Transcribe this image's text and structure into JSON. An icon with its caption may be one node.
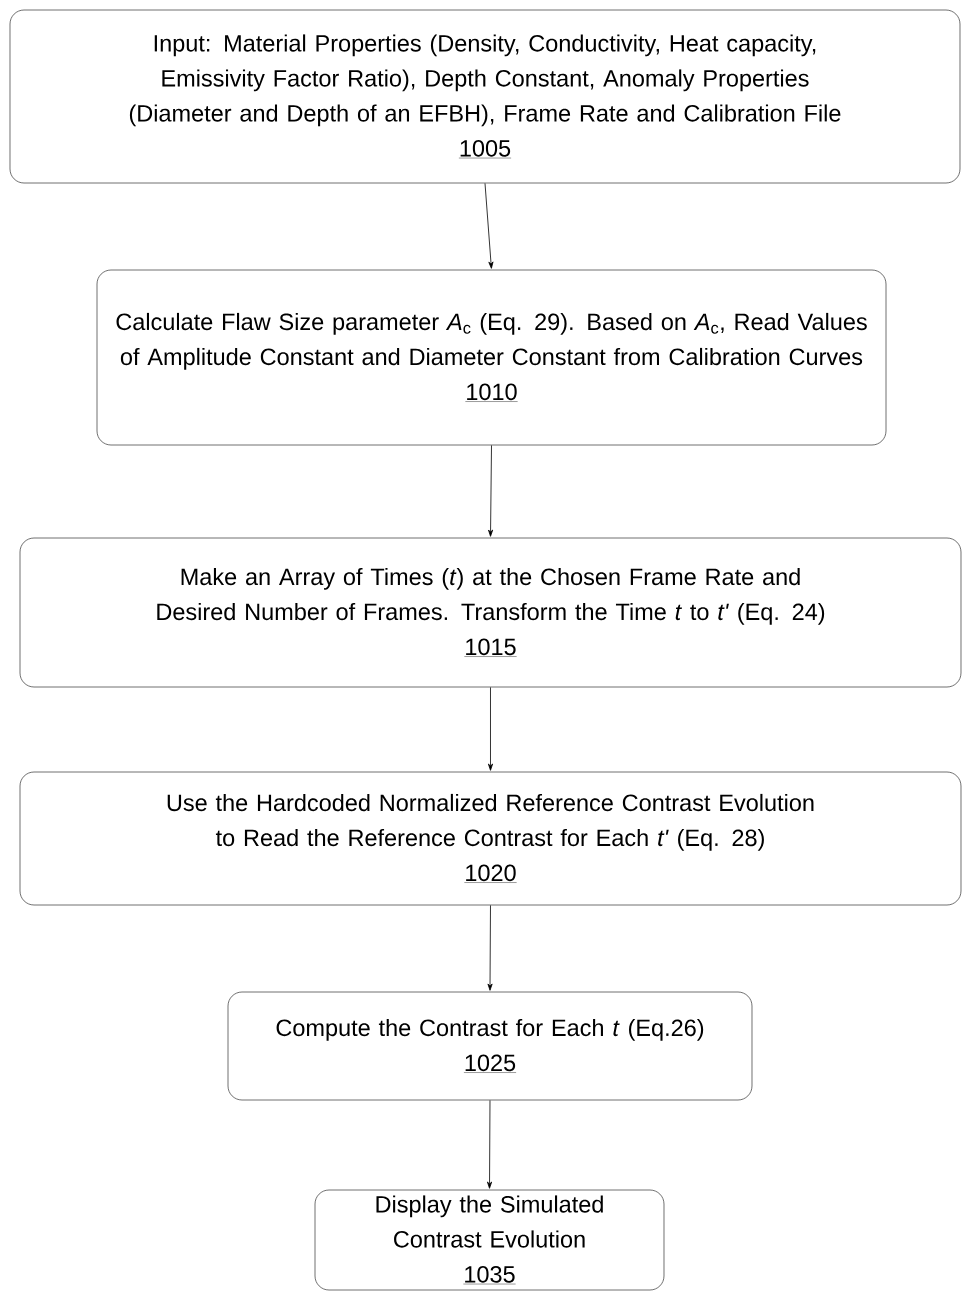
{
  "diagram": {
    "nodes": [
      {
        "text": [
          "Input: Material Properties (Density, Conductivity, Heat capacity, Emissivity Factor Ratio), Depth Constant, Anomaly Properties (Diameter and Depth of an EFBH), Frame Rate and Calibration File",
          "1005"
        ]
      },
      {
        "text": [
          "Calculate Flaw Size parameter *A*$_{c}$ (Eq. 29). Based on *A*$_{c}$, Read Values of Amplitude Constant and Diameter Constant from Calibration Curves",
          "1010"
        ]
      },
      {
        "text": [
          "Make an Array of Times (*t*) at the Chosen Frame Rate and Desired Number of Frames.  Transform the Time *t* to *t'* (Eq. 24)",
          "1015"
        ]
      },
      {
        "text": [
          "Use the Hardcoded Normalized Reference Contrast Evolution to Read the Reference Contrast for Each *t'* (Eq. 28)",
          "1020"
        ]
      },
      {
        "text": [
          "Compute the Contrast for Each *t* (Eq.26)",
          "1025"
        ]
      },
      {
        "text": [
          "Display the Simulated Contrast Evolution",
          "1035"
        ]
      }
    ],
    "edges": [
      {
        "from": 0,
        "to": 1,
        "arrow": "to"
      },
      {
        "from": 1,
        "to": 2,
        "arrow": "to"
      },
      {
        "from": 2,
        "to": 3,
        "arrow": "to"
      },
      {
        "from": 3,
        "to": 4,
        "arrow": "to"
      },
      {
        "from": 4,
        "to": 5,
        "arrow": "to"
      }
    ]
  }
}
